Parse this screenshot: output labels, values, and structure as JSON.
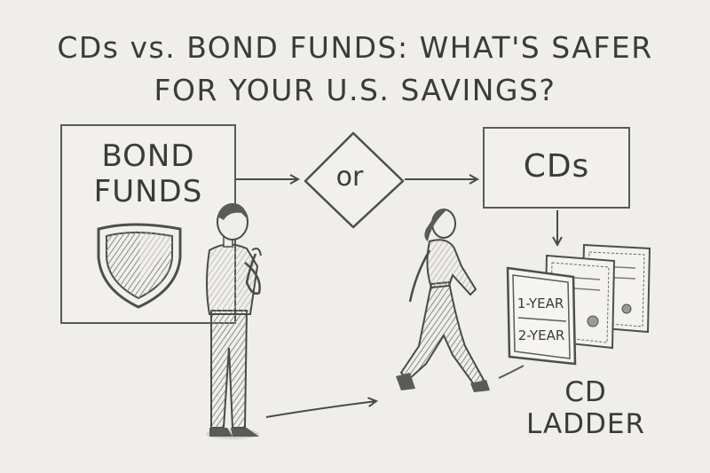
{
  "title": {
    "line1": "CDs vs. BOND FUNDS: WHAT'S SAFER",
    "line2": "FOR YOUR U.S. SAVINGS?"
  },
  "bond_box": {
    "line1": "BOND",
    "line2": "FUNDS"
  },
  "decision": {
    "label": "or"
  },
  "cds_box": {
    "label": "CDs"
  },
  "certificates": {
    "first": "1-YEAR",
    "second": "2-YEAR"
  },
  "ladder": {
    "line1": "CD",
    "line2": "LADDER"
  },
  "icons": [
    "shield-icon",
    "arrow-icon",
    "man-thinking-figure",
    "woman-walking-figure",
    "certificate-icon"
  ]
}
